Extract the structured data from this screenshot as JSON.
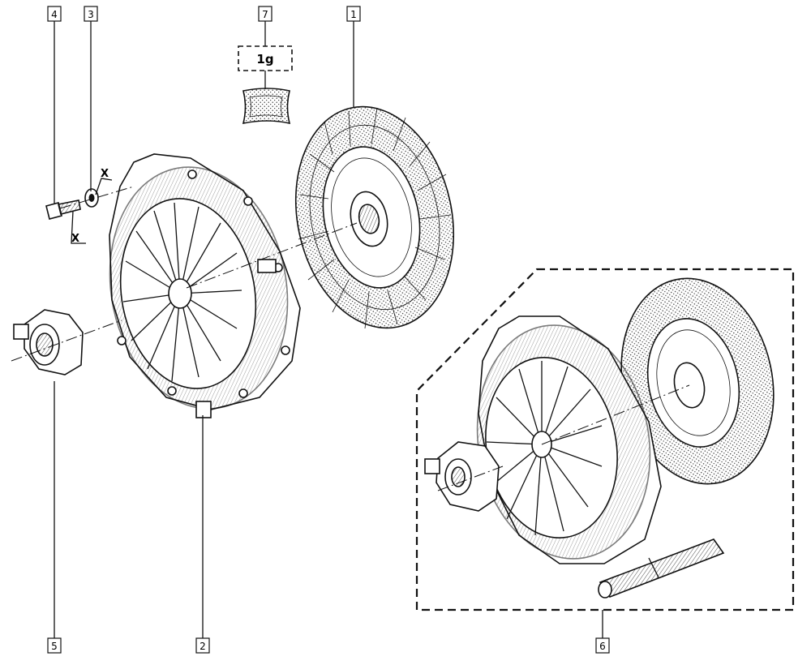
{
  "callouts": {
    "c1": "1",
    "c2": "2",
    "c3": "3",
    "c4": "4",
    "c5": "5",
    "c6": "6",
    "c7": "7"
  },
  "grease_quantity": "1g",
  "torque_marks": {
    "screw_mark": "X",
    "washer_mark": "X"
  },
  "colors": {
    "ink": "#111111",
    "paper": "#ffffff"
  }
}
